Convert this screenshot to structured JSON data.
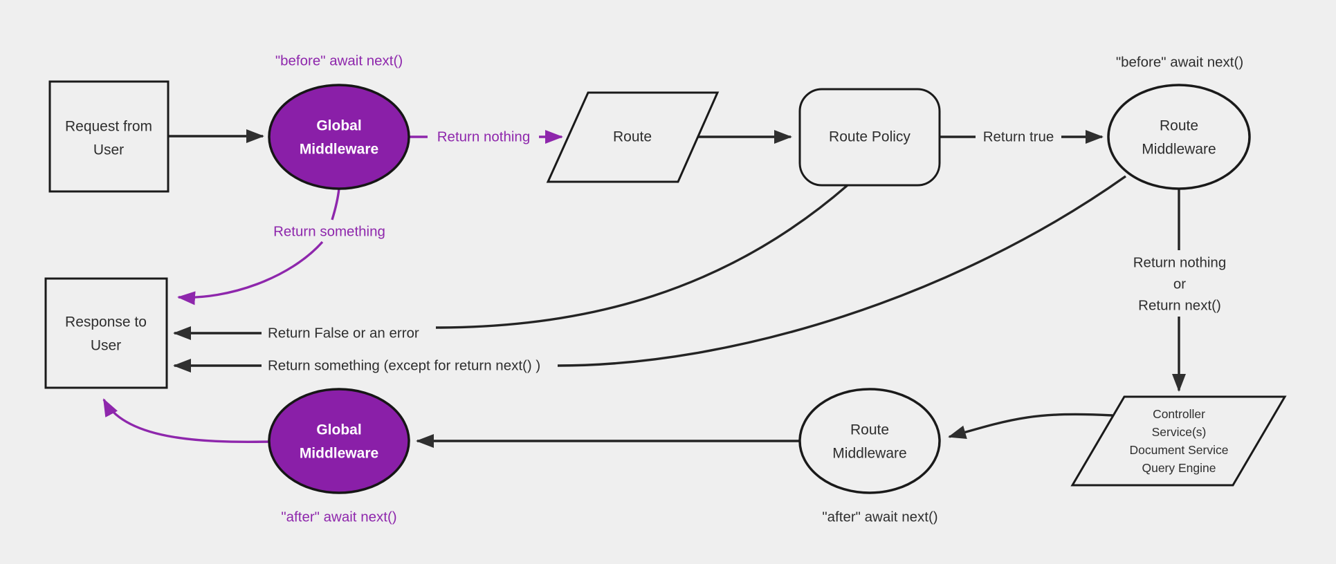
{
  "diagram": {
    "title": "middleware-request-response-flow",
    "colors": {
      "background": "#efefef",
      "purple_fill": "#8a1fa8",
      "purple_line": "#8e27ac",
      "black_line": "#242424",
      "text": "#2e2e2e",
      "node_text_inverse": "#ffffff"
    },
    "nodes": {
      "request": {
        "shape": "rectangle",
        "lines": [
          "Request from",
          "User"
        ]
      },
      "global_mw_top": {
        "shape": "ellipse",
        "lines": [
          "Global",
          "Middleware"
        ]
      },
      "route": {
        "shape": "parallelogram",
        "label": "Route"
      },
      "route_policy": {
        "shape": "rounded-rectangle",
        "label": "Route Policy"
      },
      "route_mw_top": {
        "shape": "ellipse",
        "lines": [
          "Route",
          "Middleware"
        ]
      },
      "services": {
        "shape": "parallelogram",
        "lines": [
          "Controller",
          "Service(s)",
          "Document Service",
          "Query Engine"
        ]
      },
      "route_mw_bottom": {
        "shape": "ellipse",
        "lines": [
          "Route",
          "Middleware"
        ]
      },
      "global_mw_bottom": {
        "shape": "ellipse",
        "lines": [
          "Global",
          "Middleware"
        ]
      },
      "response": {
        "shape": "rectangle",
        "lines": [
          "Response to",
          "User"
        ]
      }
    },
    "edge_labels": {
      "before_await_top": "\"before\" await next()",
      "return_nothing": "Return nothing",
      "return_true": "Return true",
      "before_await_right": "\"before\" await next()",
      "return_nothing_or": {
        "lines": [
          "Return nothing",
          "or",
          "Return next()"
        ]
      },
      "return_something": "Return something",
      "return_false_error": "Return False or an error",
      "return_something_except": "Return something (except for return next() )",
      "after_await_mid": "\"after\" await next()",
      "after_await_left": "\"after\" await next()"
    }
  }
}
